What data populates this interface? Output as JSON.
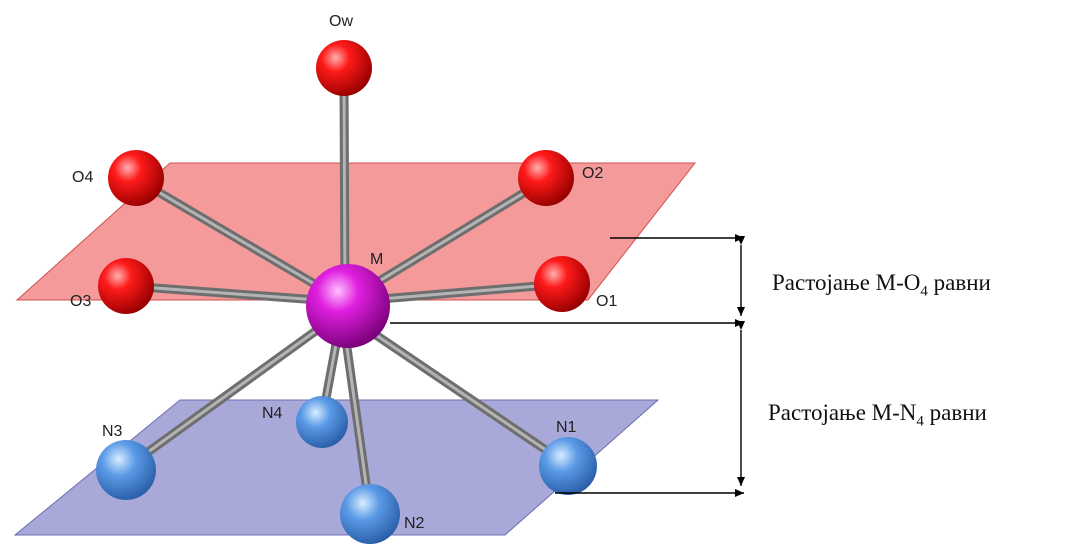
{
  "diagram": {
    "atoms": {
      "Ow": "Ow",
      "M": "M",
      "O1": "O1",
      "O2": "O2",
      "O3": "O3",
      "O4": "O4",
      "N1": "N1",
      "N2": "N2",
      "N3": "N3",
      "N4": "N4"
    },
    "distance_labels": {
      "o4": {
        "prefix": "Растојање M-O",
        "subscript": "4",
        "suffix": " равни"
      },
      "n4": {
        "prefix": "Растојање M-N",
        "subscript": "4",
        "suffix": " равни"
      }
    },
    "colors": {
      "oxygen": "#e00000",
      "metal": "#c010c0",
      "nitrogen": "#4a8ad8",
      "o4_plane": "#f08888",
      "n4_plane": "#8c8ccc",
      "bond": "#8a8a8a"
    }
  }
}
